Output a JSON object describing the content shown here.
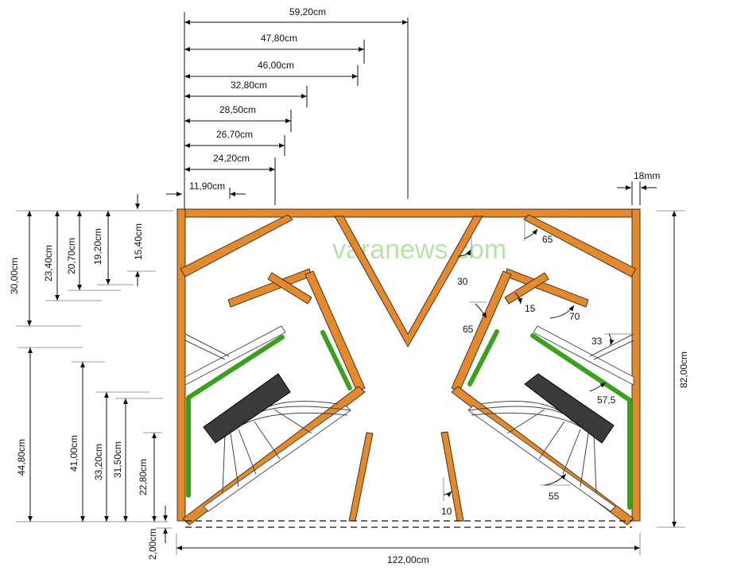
{
  "watermark": "varanews.com",
  "colors": {
    "panel": "#E38A2E",
    "absorber": "#3C9F1E",
    "driver": "#3A3A3A",
    "line": "#111111"
  },
  "top_dims": [
    "59,20cm",
    "47,80cm",
    "46,00cm",
    "32,80cm",
    "28,50cm",
    "26,70cm",
    "24,20cm",
    "11,90cm"
  ],
  "thickness": "18mm",
  "left_dims_upper": [
    "30,00cm",
    "23,40cm",
    "20,70cm",
    "19,20cm",
    "15,40cm"
  ],
  "left_dims_lower": [
    "44,80cm",
    "41,00cm",
    "33,20cm",
    "31,50cm",
    "22,80cm"
  ],
  "bottom_gap": "2,00cm",
  "height_dim": "82,00cm",
  "width_dim": "122,00cm",
  "angles": {
    "a65_top": "65",
    "a30": "30",
    "a15": "15",
    "a70": "70",
    "a65_mid": "65",
    "a33": "33",
    "a57": "57,5",
    "a55": "55",
    "a10": "10"
  }
}
